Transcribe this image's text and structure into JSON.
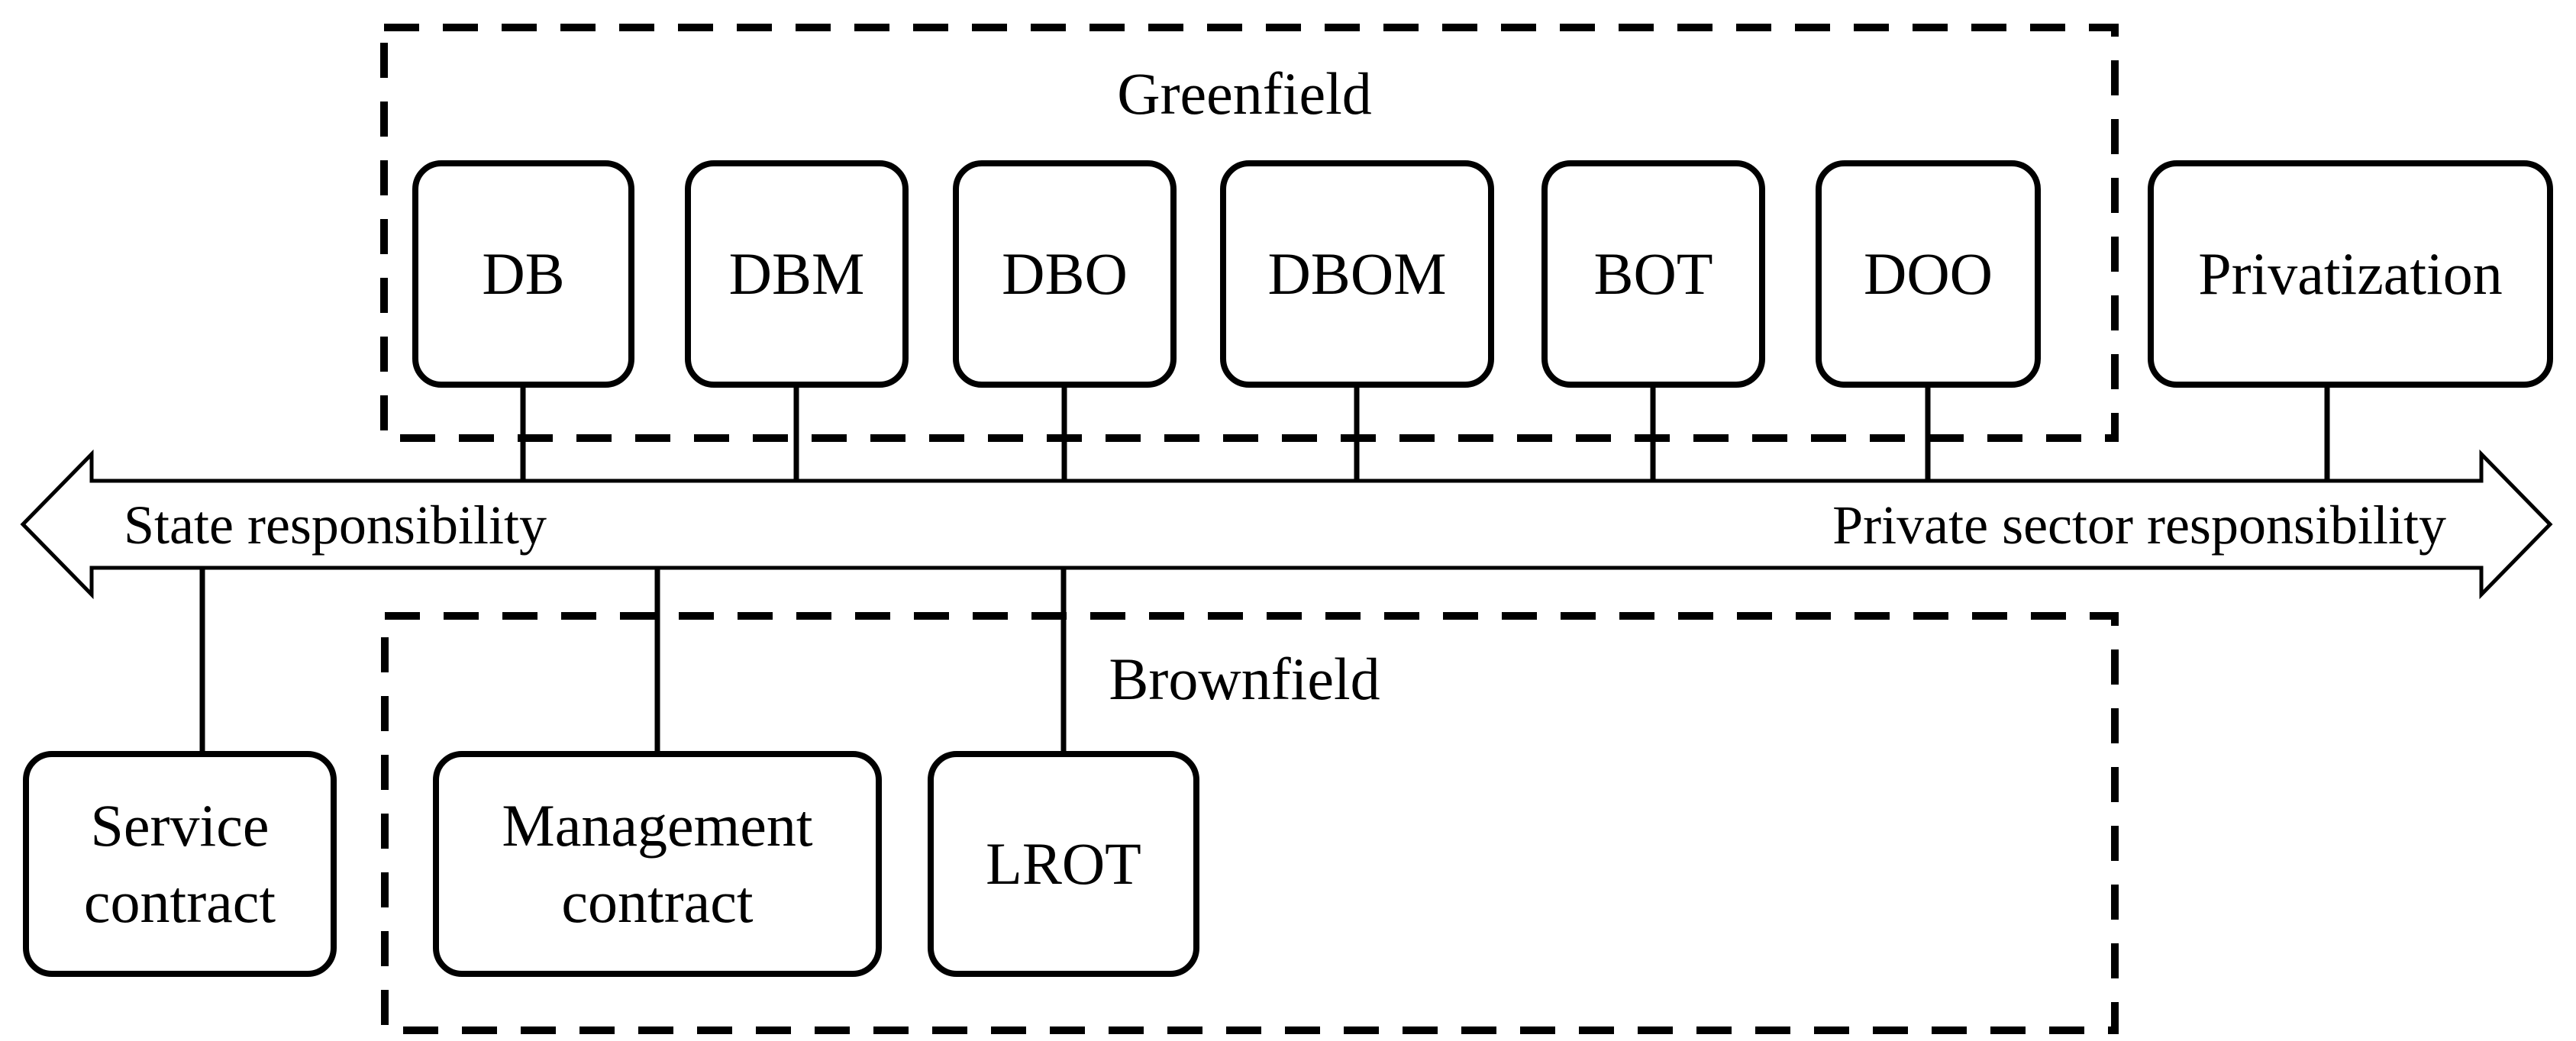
{
  "figure": {
    "type": "diagram",
    "description_visible_only": false
  },
  "axis": {
    "left_label": "State responsibility",
    "right_label": "Private sector responsibility"
  },
  "greenfield": {
    "label": "Greenfield",
    "boxes": [
      {
        "label": "DB"
      },
      {
        "label": "DBM"
      },
      {
        "label": "DBO"
      },
      {
        "label": "DBOM"
      },
      {
        "label": "BOT"
      },
      {
        "label": "DOO"
      }
    ]
  },
  "privatization_box": {
    "label": "Privatization"
  },
  "brownfield": {
    "label": "Brownfield",
    "boxes": [
      {
        "label": "Management contract"
      },
      {
        "label": "LROT"
      }
    ]
  },
  "service_contract_box": {
    "label": "Service contract"
  },
  "colors": {
    "line": "#000000",
    "background": "#ffffff"
  }
}
